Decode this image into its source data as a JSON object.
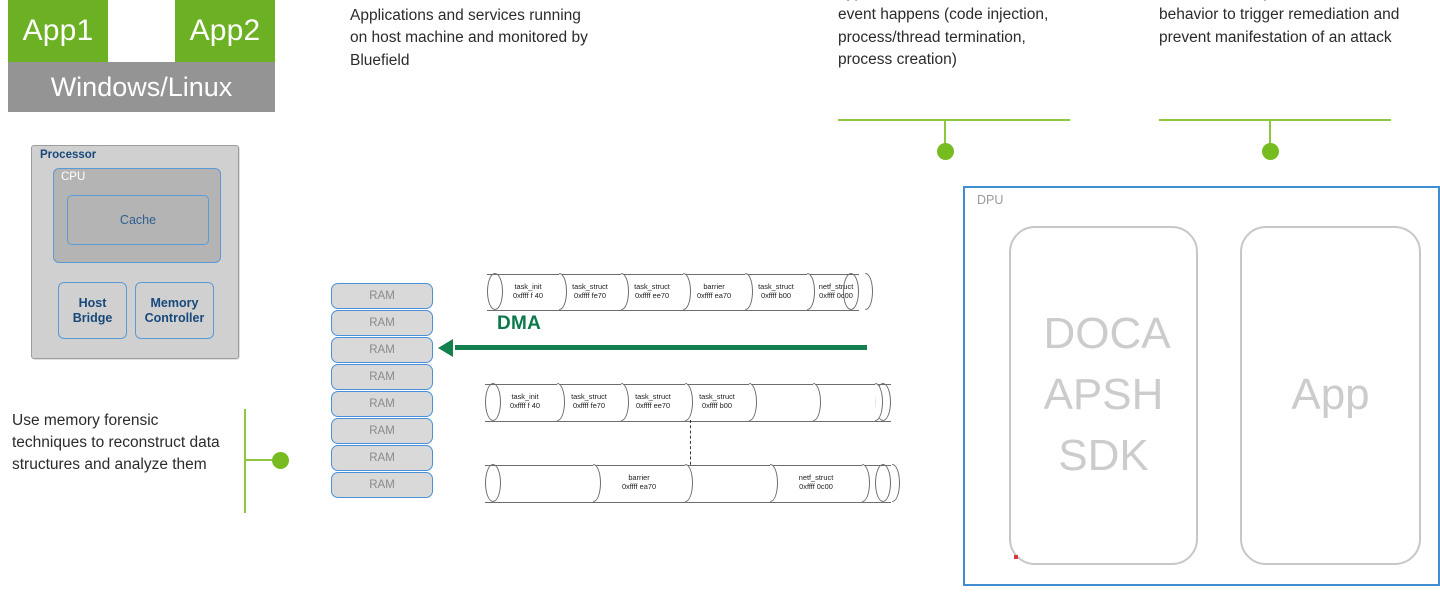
{
  "host": {
    "app1_label": "App1",
    "app2_label": "App2",
    "os_label": "Windows/Linux",
    "processor": {
      "title": "Processor",
      "cpu_label": "CPU",
      "cache_label": "Cache",
      "host_bridge_label": "Host\nBridge",
      "host_bridge_line1": "Host",
      "host_bridge_line2": "Bridge",
      "memory_controller_line1": "Memory",
      "memory_controller_line2": "Controller"
    }
  },
  "captions": {
    "applications": "Applications and services running on host machine and monitored by Bluefield",
    "memory_forensics": "Use memory forensic techniques to reconstruct data structures and analyze them",
    "hypervisor": "hypervisor, VMs, when a critical event happens (code injection, process/thread termination, process creation)",
    "administrator": "Administrator upon detection of bad behavior to trigger remediation and prevent manifestation of an attack"
  },
  "memory": {
    "ram_label": "RAM",
    "ram_cell_count": 8,
    "dma_label": "DMA"
  },
  "structures": {
    "row_top": [
      {
        "name": "task_init",
        "address": "0xffff f 40"
      },
      {
        "name": "task_struct",
        "address": "0xffff fe70"
      },
      {
        "name": "task_struct",
        "address": "0xffff ee70"
      },
      {
        "name": "barrier",
        "address": "0xffff ea70"
      },
      {
        "name": "task_struct",
        "address": "0xffff b00"
      },
      {
        "name": "netf_struct",
        "address": "0xffff 0c00"
      }
    ],
    "row_mid": [
      {
        "name": "task_init",
        "address": "0xffff f 40"
      },
      {
        "name": "task_struct",
        "address": "0xffff fe70"
      },
      {
        "name": "task_struct",
        "address": "0xffff ee70"
      },
      {
        "name": "task_struct",
        "address": "0xffff b00"
      },
      {
        "name": "",
        "address": ""
      },
      {
        "name": "",
        "address": ""
      }
    ],
    "row_bottom": [
      {
        "name": "",
        "address": ""
      },
      {
        "name": "barrier",
        "address": "0xffff ea70"
      },
      {
        "name": "",
        "address": ""
      },
      {
        "name": "netf_struct",
        "address": "0xffff 0c00"
      },
      {
        "name": "",
        "address": ""
      }
    ]
  },
  "dpu": {
    "title": "DPU",
    "doca_card_label": "DOCA APSH SDK",
    "app_card_label": "App"
  },
  "colors": {
    "green_app": "#6cb023",
    "gray_os": "#949494",
    "blue_border": "#5b9bd5",
    "dpu_border": "#3f8ed0",
    "dma_green": "#13804f",
    "connector_green": "#8ec63f",
    "dot_green": "#76bc21"
  }
}
